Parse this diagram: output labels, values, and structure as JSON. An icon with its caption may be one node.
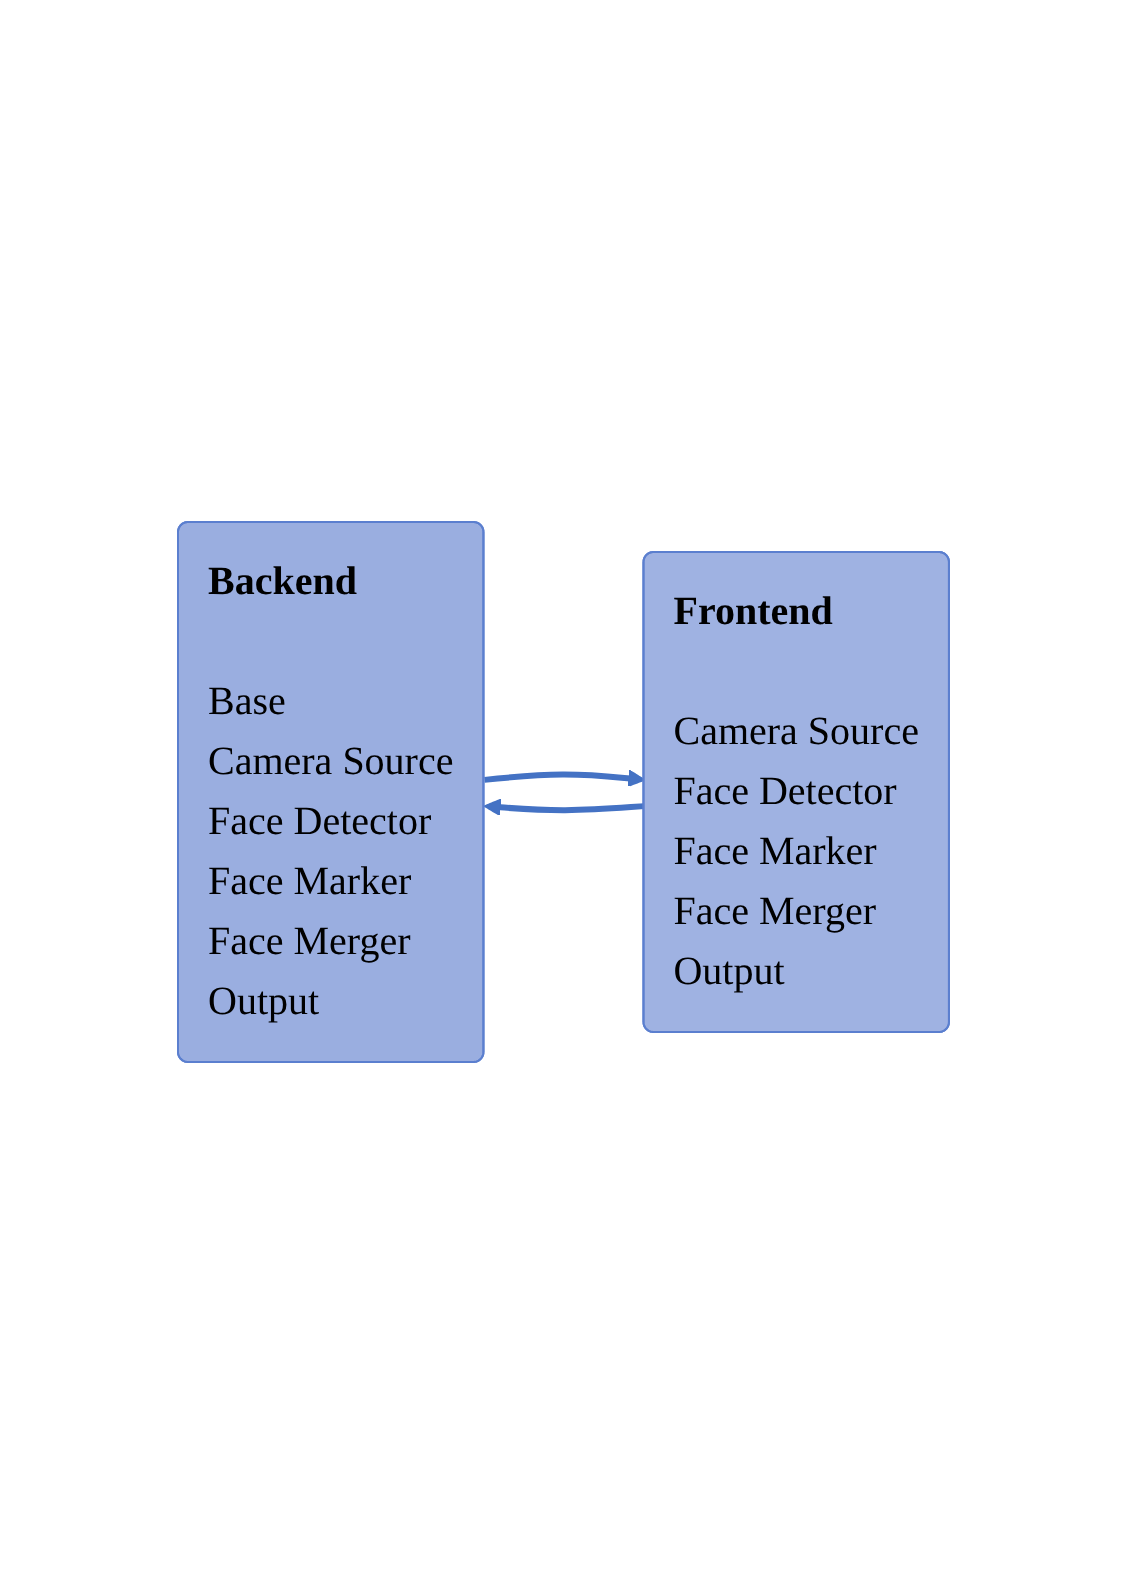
{
  "diagram": {
    "nodes": [
      {
        "text": [
          "Backend",
          "Base",
          "Camera Source",
          "Face Detector",
          "Face Marker",
          "Face Merger",
          "Output"
        ]
      },
      {
        "text": [
          "Frontend",
          "Camera Source",
          "Face Detector",
          "Face Marker",
          "Face Merger",
          "Output"
        ]
      }
    ],
    "edges": [
      {
        "from": 0,
        "to": 1,
        "arrow": "to"
      },
      {
        "from": 1,
        "to": 0,
        "arrow": "to"
      }
    ]
  }
}
